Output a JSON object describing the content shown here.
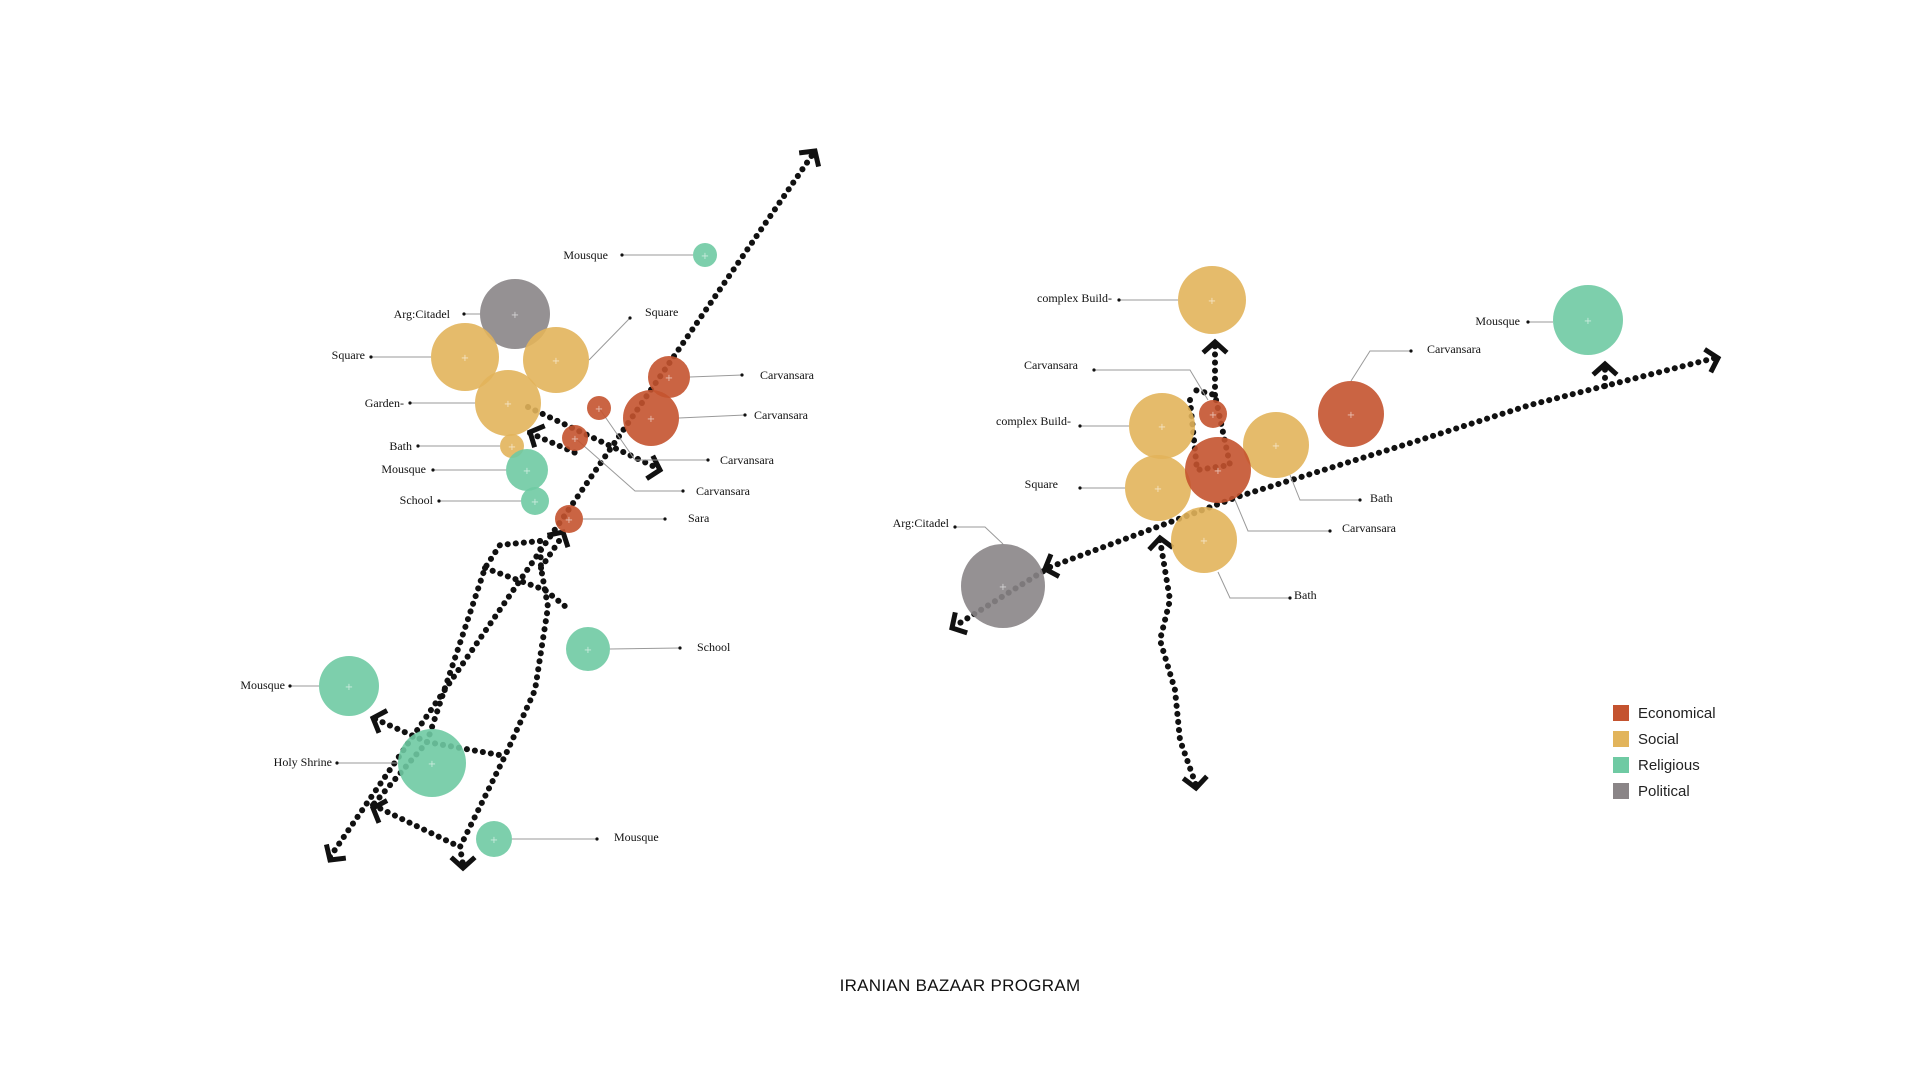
{
  "caption": "IRANIAN BAZAAR PROGRAM",
  "colors": {
    "economical": "#c4532f",
    "social": "#e2b45b",
    "religious": "#6fcaa3",
    "political": "#8a8587",
    "path": "#111111"
  },
  "legend": [
    {
      "label": "Economical",
      "category": "economical"
    },
    {
      "label": "Social",
      "category": "social"
    },
    {
      "label": "Religious",
      "category": "religious"
    },
    {
      "label": "Political",
      "category": "political"
    }
  ],
  "diagram_left": {
    "nodes": [
      {
        "label": "Mousque",
        "category": "religious"
      },
      {
        "label": "Arg:Citadel",
        "category": "political"
      },
      {
        "label": "Square",
        "category": "social"
      },
      {
        "label": "Square",
        "category": "social"
      },
      {
        "label": "Garden-",
        "category": "social"
      },
      {
        "label": "Bath",
        "category": "social"
      },
      {
        "label": "Mousque",
        "category": "religious"
      },
      {
        "label": "School",
        "category": "religious"
      },
      {
        "label": "Carvansara",
        "category": "economical"
      },
      {
        "label": "Carvansara",
        "category": "economical"
      },
      {
        "label": "Carvansara",
        "category": "economical"
      },
      {
        "label": "Carvansara",
        "category": "economical"
      },
      {
        "label": "Sara",
        "category": "economical"
      },
      {
        "label": "School",
        "category": "religious"
      },
      {
        "label": "Mousque",
        "category": "religious"
      },
      {
        "label": "Holy Shrine",
        "category": "religious"
      },
      {
        "label": "Mousque",
        "category": "religious"
      }
    ]
  },
  "diagram_right": {
    "nodes": [
      {
        "label": "complex Build-",
        "category": "social"
      },
      {
        "label": "Mousque",
        "category": "religious"
      },
      {
        "label": "Carvansara",
        "category": "economical"
      },
      {
        "label": "Carvansara",
        "category": "economical"
      },
      {
        "label": "complex Build-",
        "category": "social"
      },
      {
        "label": "Square",
        "category": "social"
      },
      {
        "label": "Bath",
        "category": "social"
      },
      {
        "label": "Carvansara",
        "category": "economical"
      },
      {
        "label": "Arg:Citadel",
        "category": "political"
      },
      {
        "label": "Bath",
        "category": "social"
      }
    ]
  }
}
